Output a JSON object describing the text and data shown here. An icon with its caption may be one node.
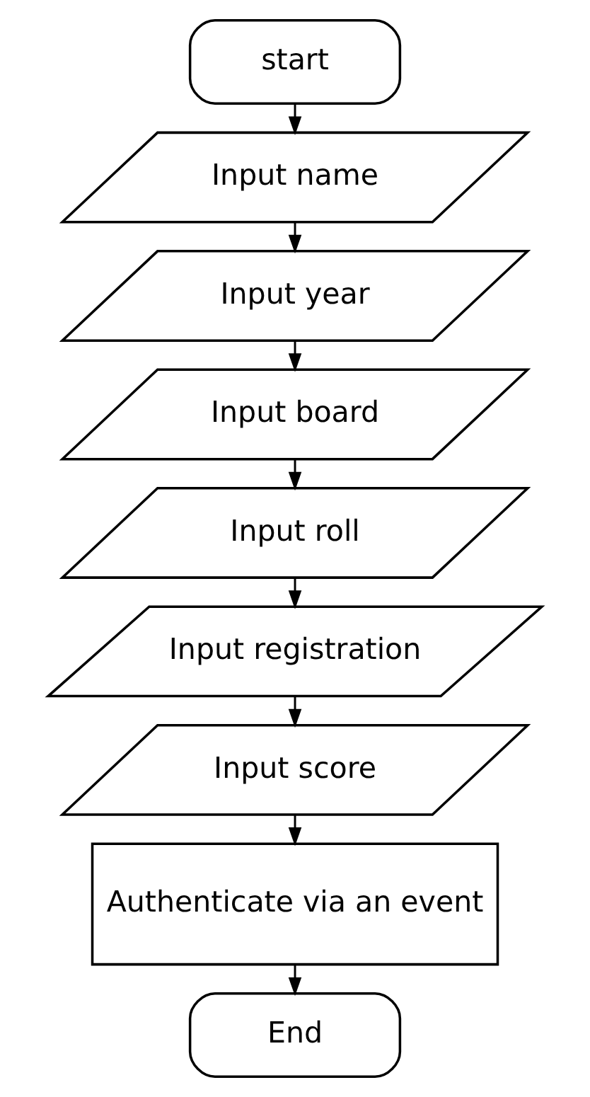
{
  "diagram": {
    "nodes": [
      {
        "text": [
          "start"
        ]
      },
      {
        "text": [
          "Input name"
        ]
      },
      {
        "text": [
          "Input year"
        ]
      },
      {
        "text": [
          "Input board"
        ]
      },
      {
        "text": [
          "Input roll"
        ]
      },
      {
        "text": [
          "Input registration"
        ]
      },
      {
        "text": [
          "Input score"
        ]
      },
      {
        "text": [
          "Authenticate via an event"
        ]
      },
      {
        "text": [
          "End"
        ]
      }
    ],
    "edges": [
      {
        "from": 0,
        "to": 1,
        "arrow": "to"
      },
      {
        "from": 1,
        "to": 2,
        "arrow": "to"
      },
      {
        "from": 2,
        "to": 3,
        "arrow": "to"
      },
      {
        "from": 3,
        "to": 4,
        "arrow": "to"
      },
      {
        "from": 4,
        "to": 5,
        "arrow": "to"
      },
      {
        "from": 5,
        "to": 6,
        "arrow": "to"
      },
      {
        "from": 6,
        "to": 7,
        "arrow": "to"
      },
      {
        "from": 7,
        "to": 8,
        "arrow": "to"
      }
    ]
  }
}
